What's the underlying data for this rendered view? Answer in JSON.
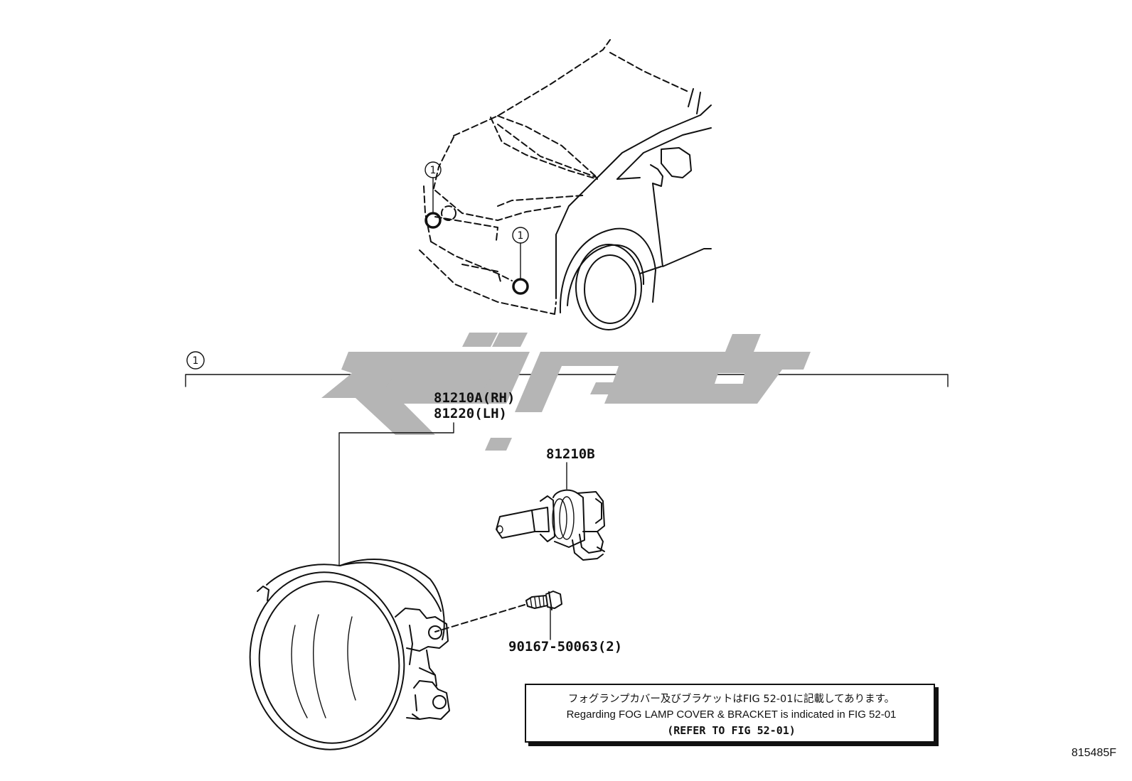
{
  "diagram": {
    "callout_marker": "1",
    "parts": {
      "fog_lamp_rh": "81210A(RH)",
      "fog_lamp_lh": "81220(LH)",
      "bulb": "81210B",
      "screw": "90167-50063(2)"
    },
    "note": {
      "japanese": "フォグランプカバー及びブラケットはFIG 52-01に記載してあります。",
      "english": "Regarding FOG LAMP COVER & BRACKET is indicated in FIG 52-01",
      "reference": "(REFER TO FIG 52-01)"
    },
    "figure_id": "815485F",
    "colors": {
      "line": "#111111",
      "watermark": "#b5b5b5",
      "background": "#ffffff"
    }
  }
}
